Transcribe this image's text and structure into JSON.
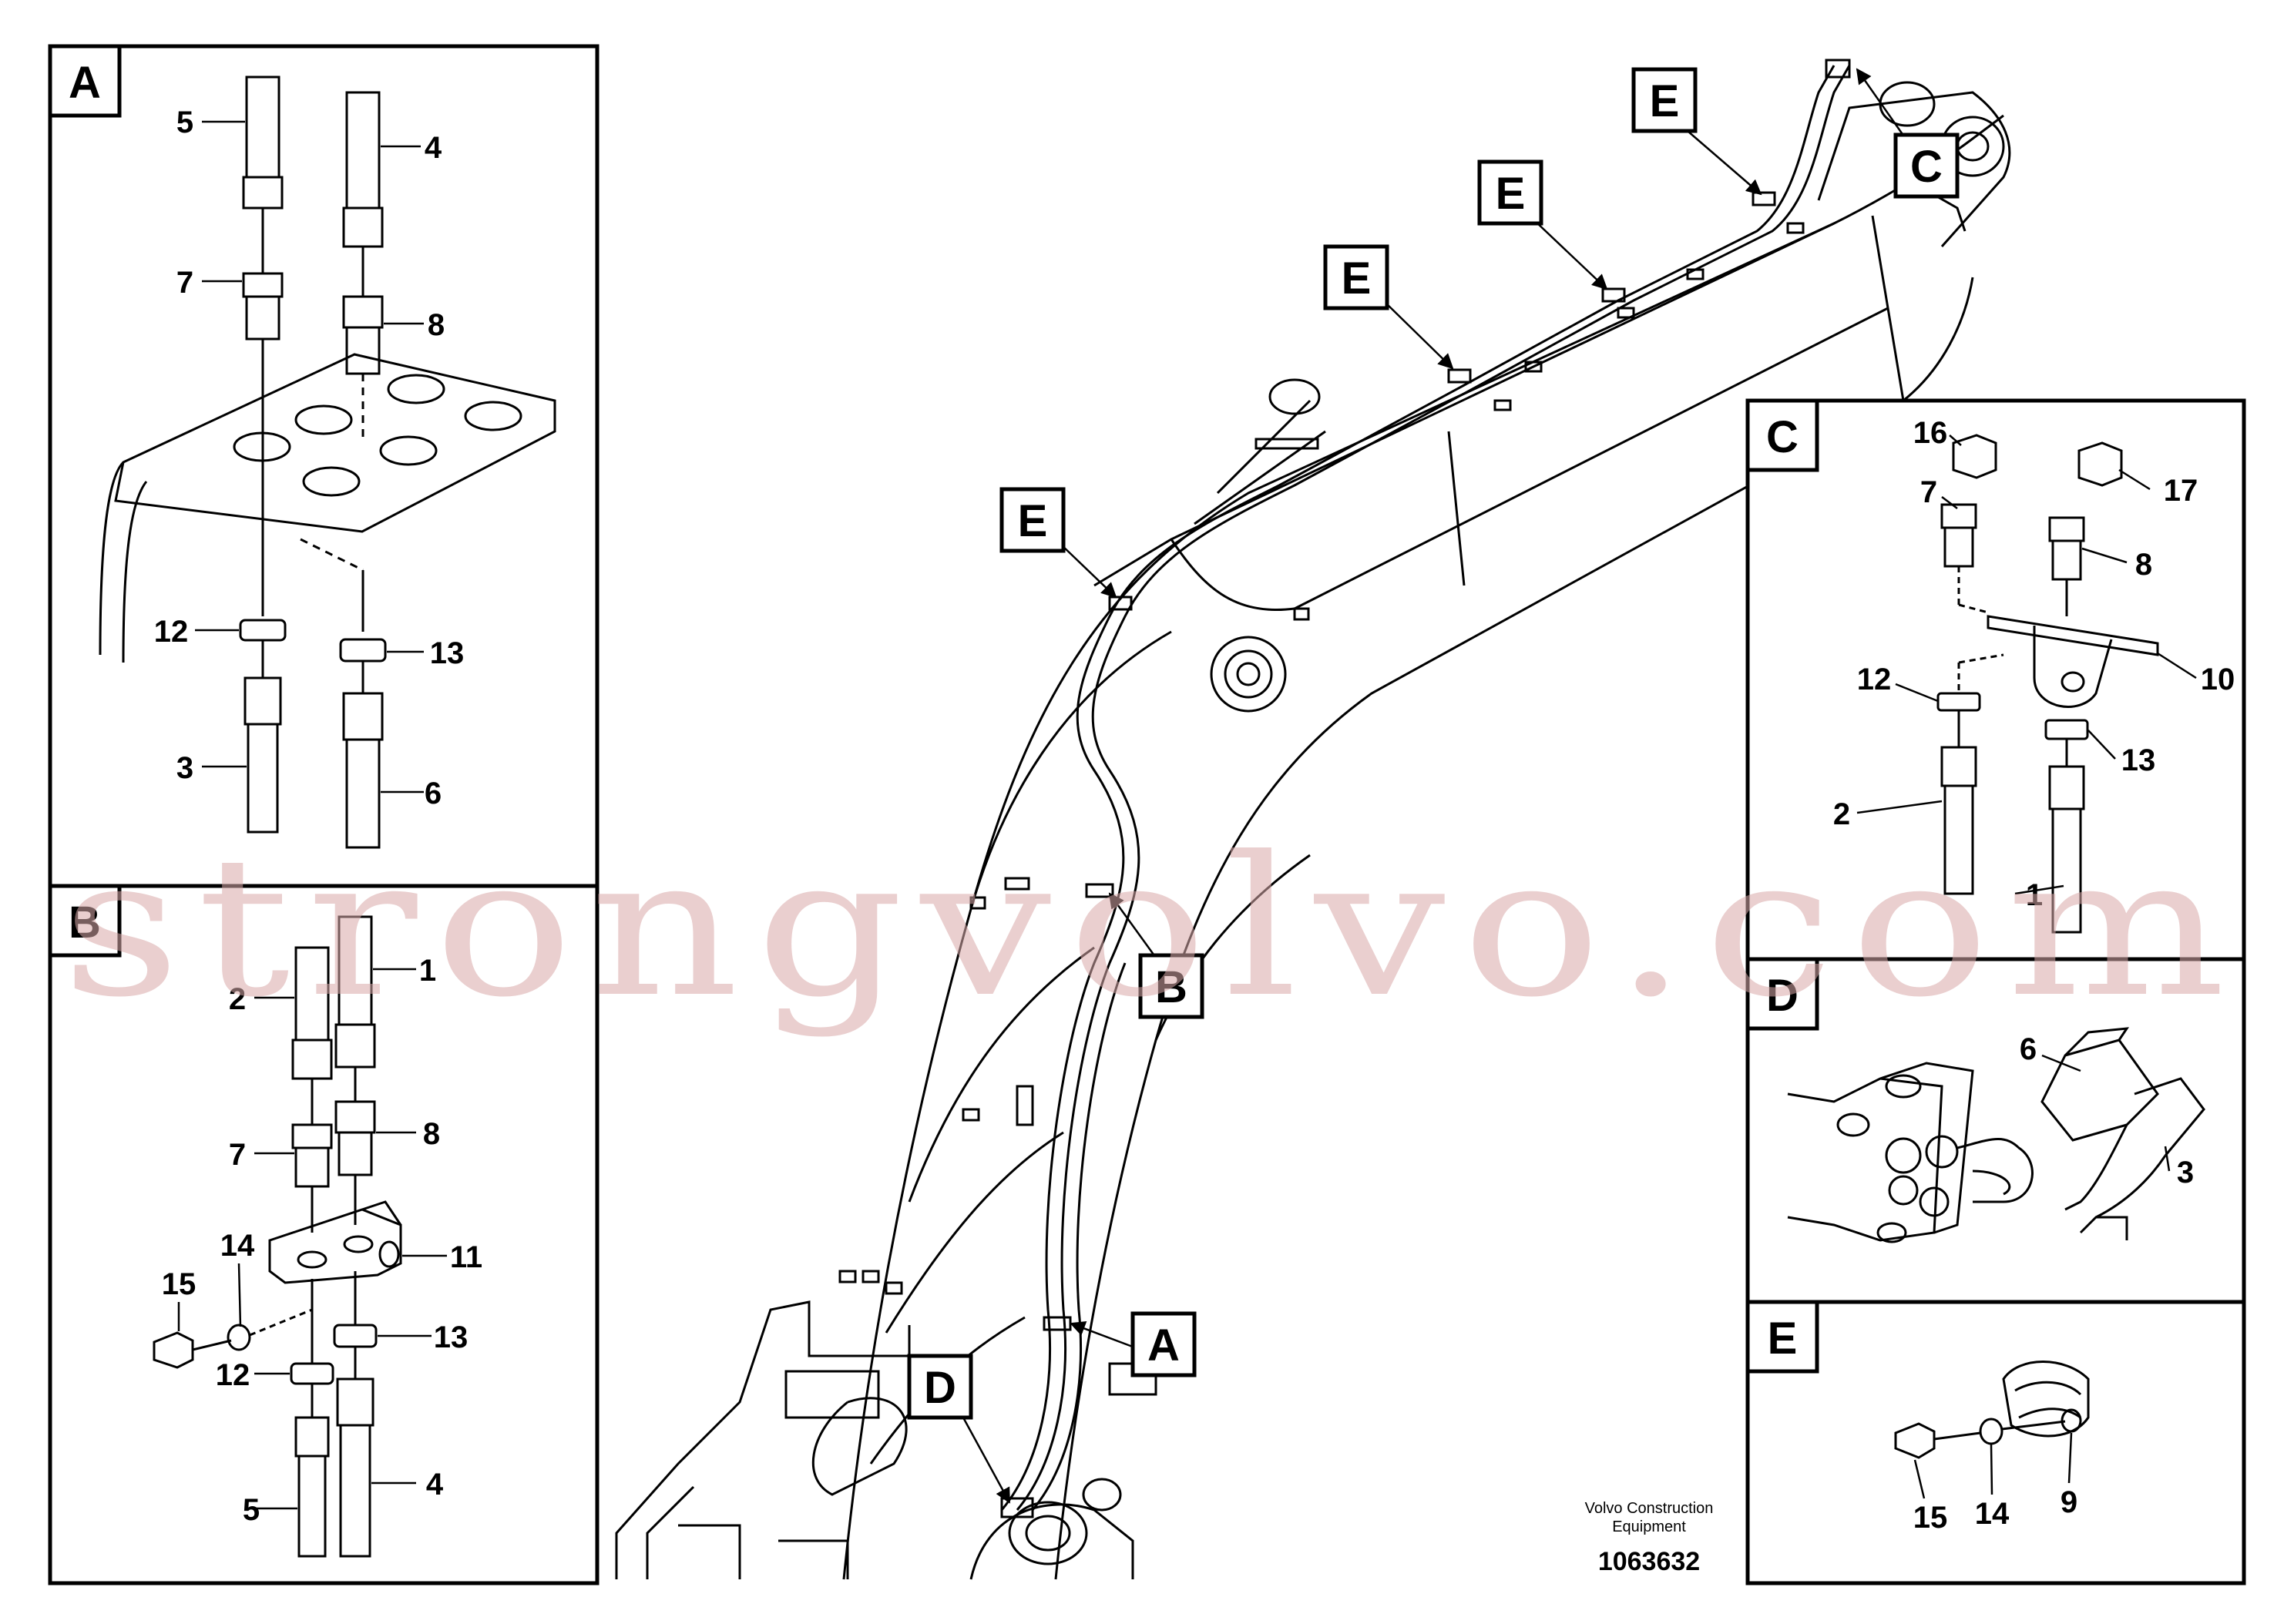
{
  "panels": {
    "A": {
      "tag": "A",
      "callouts": [
        {
          "key": "a5",
          "text": "5"
        },
        {
          "key": "a4",
          "text": "4"
        },
        {
          "key": "a7",
          "text": "7"
        },
        {
          "key": "a8",
          "text": "8"
        },
        {
          "key": "a12",
          "text": "12"
        },
        {
          "key": "a13",
          "text": "13"
        },
        {
          "key": "a3",
          "text": "3"
        },
        {
          "key": "a6",
          "text": "6"
        }
      ]
    },
    "B": {
      "tag": "B",
      "callouts": [
        {
          "key": "b2",
          "text": "2"
        },
        {
          "key": "b1",
          "text": "1"
        },
        {
          "key": "b7",
          "text": "7"
        },
        {
          "key": "b8",
          "text": "8"
        },
        {
          "key": "b14",
          "text": "14"
        },
        {
          "key": "b11",
          "text": "11"
        },
        {
          "key": "b15",
          "text": "15"
        },
        {
          "key": "b13",
          "text": "13"
        },
        {
          "key": "b12",
          "text": "12"
        },
        {
          "key": "b5",
          "text": "5"
        },
        {
          "key": "b4",
          "text": "4"
        }
      ]
    },
    "C": {
      "tag": "C",
      "callouts": [
        {
          "key": "c16",
          "text": "16"
        },
        {
          "key": "c17",
          "text": "17"
        },
        {
          "key": "c7",
          "text": "7"
        },
        {
          "key": "c8",
          "text": "8"
        },
        {
          "key": "c10",
          "text": "10"
        },
        {
          "key": "c12",
          "text": "12"
        },
        {
          "key": "c13",
          "text": "13"
        },
        {
          "key": "c2",
          "text": "2"
        },
        {
          "key": "c1",
          "text": "1"
        }
      ]
    },
    "D": {
      "tag": "D",
      "callouts": [
        {
          "key": "d6",
          "text": "6"
        },
        {
          "key": "d3",
          "text": "3"
        }
      ]
    },
    "E": {
      "tag": "E",
      "callouts": [
        {
          "key": "e15",
          "text": "15"
        },
        {
          "key": "e14",
          "text": "14"
        },
        {
          "key": "e9",
          "text": "9"
        }
      ]
    }
  },
  "main_tags": [
    "E",
    "E",
    "E",
    "E",
    "C",
    "B",
    "A",
    "D"
  ],
  "caption": {
    "company_line1": "Volvo Construction",
    "company_line2": "Equipment",
    "drawing_number": "1063632"
  },
  "watermark": "strongvolvo.com"
}
